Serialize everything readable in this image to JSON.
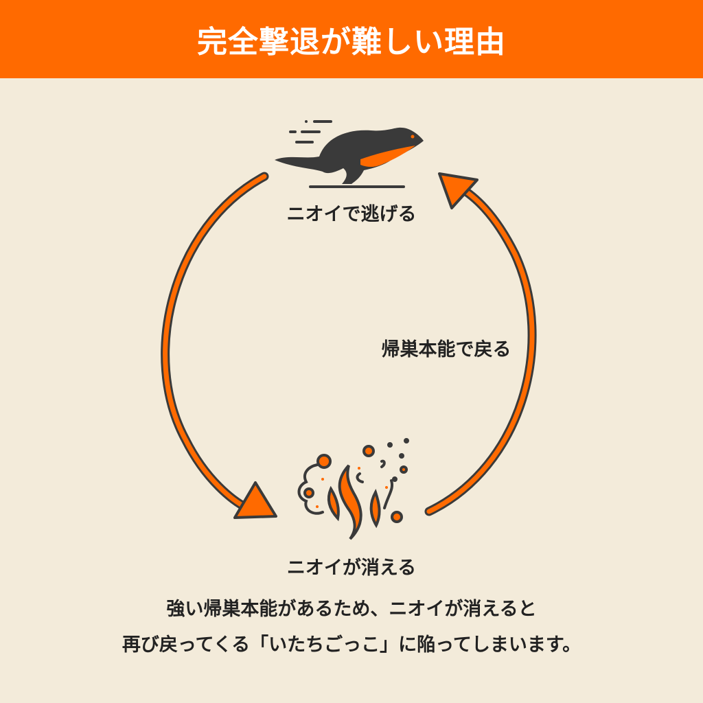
{
  "header": {
    "title": "完全撃退が難しい理由"
  },
  "cycle": {
    "top_label": "ニオイで逃げる",
    "right_label": "帰巣本能で戻る",
    "bottom_label": "ニオイが消える"
  },
  "icons": {
    "top": "running-weasel-icon",
    "bottom": "smell-fading-icon"
  },
  "caption": {
    "line1": "強い帰巣本能があるため、ニオイが消えると",
    "line2": "再び戻ってくる「いたちごっこ」に陥ってしまいます。"
  },
  "colors": {
    "accent": "#ff6a00",
    "background": "#f3ebda",
    "ink": "#3a3a3a"
  }
}
